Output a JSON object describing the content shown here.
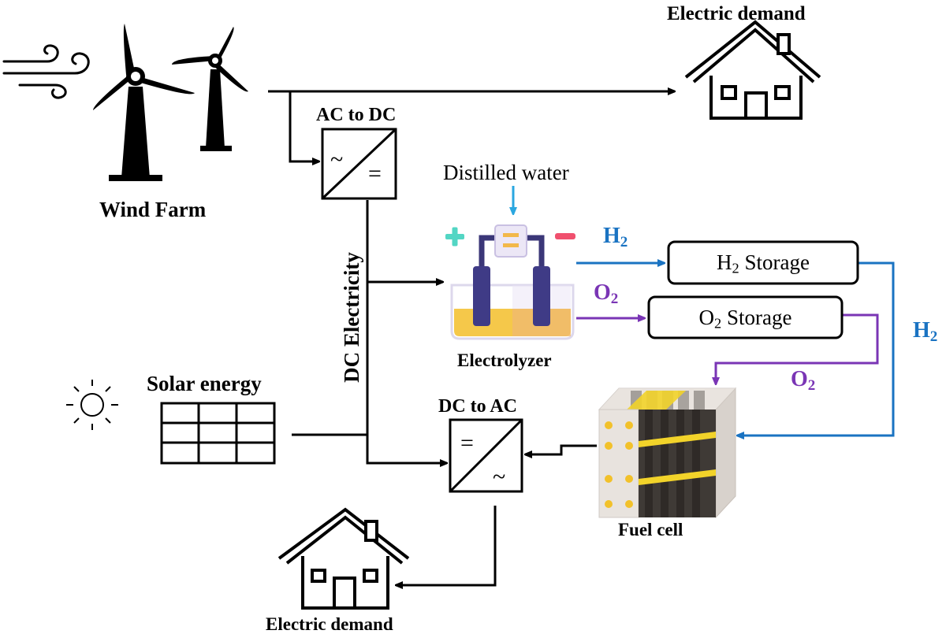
{
  "labels": {
    "electric_demand_top": "Electric demand",
    "electric_demand_bottom": "Electric demand",
    "wind_farm": "Wind Farm",
    "ac_to_dc": "AC to DC",
    "dc_to_ac": "DC to AC",
    "distilled_water": "Distilled water",
    "dc_electricity": "DC Electricity",
    "solar_energy": "Solar energy",
    "electrolyzer": "Electrolyzer",
    "fuel_cell": "Fuel cell",
    "h2_letter": "H",
    "h2_sub": "2",
    "o2_letter": "O",
    "o2_sub": "2",
    "h2_storage_letter": "H",
    "h2_storage_sub": "2",
    "h2_storage_word": " Storage",
    "o2_storage_letter": "O",
    "o2_storage_sub": "2",
    "o2_storage_word": " Storage",
    "h2_right_letter": "H",
    "h2_right_sub": "2",
    "o2_lower_letter": "O",
    "o2_lower_sub": "2",
    "converter_ac_symbol": "~",
    "converter_dc_symbol": "="
  },
  "colors": {
    "hydrogen": "#1a73c2",
    "oxygen": "#7a35b5",
    "water": "#2aa7e0",
    "electrolyte": "#f5c84a",
    "plus": "#53d6c4",
    "minus": "#f0506e",
    "fuel_cell_plate": "#3f3a36",
    "fuel_cell_band": "#f2d32a"
  },
  "icons": [
    "wind-icon",
    "wind-turbine-icon",
    "house-icon",
    "sun-icon",
    "solar-panel-icon",
    "electrolyzer-icon",
    "fuel-cell-icon",
    "converter-icon"
  ]
}
